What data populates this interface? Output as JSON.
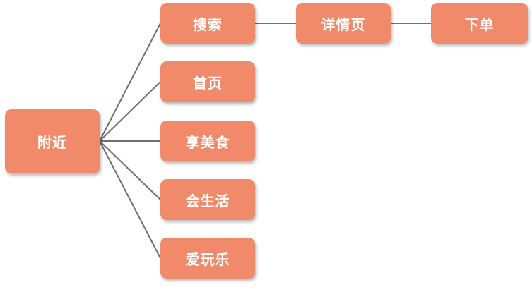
{
  "diagram": {
    "root": {
      "label": "附近"
    },
    "branches": [
      {
        "label": "搜索"
      },
      {
        "label": "首页"
      },
      {
        "label": "享美食"
      },
      {
        "label": "会生活"
      },
      {
        "label": "爱玩乐"
      }
    ],
    "search_flow": [
      {
        "label": "详情页"
      },
      {
        "label": "下单"
      }
    ],
    "colors": {
      "node_fill": "#f08a6a",
      "node_text": "#ffffff",
      "connector": "#6f6f6f"
    }
  }
}
